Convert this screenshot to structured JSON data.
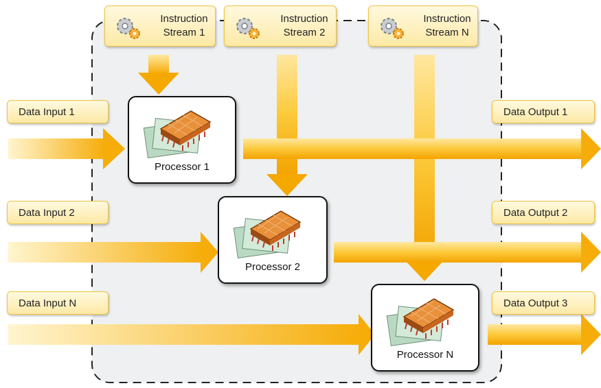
{
  "instruction_streams": [
    {
      "line1": "Instruction",
      "line2": "Stream 1",
      "icon": "gear-icon"
    },
    {
      "line1": "Instruction",
      "line2": "Stream 2",
      "icon": "gear-icon"
    },
    {
      "line1": "Instruction",
      "line2": "Stream N",
      "icon": "gear-icon"
    }
  ],
  "data_inputs": [
    "Data Input 1",
    "Data Input 2",
    "Data Input N"
  ],
  "data_outputs": [
    "Data Output 1",
    "Data Output 2",
    "Data Output 3"
  ],
  "processors": [
    "Processor 1",
    "Processor 2",
    "Processor N"
  ],
  "colors": {
    "arrow_light": "#fff3c4",
    "arrow_dark": "#f5a800",
    "label_border": "#f0c23c",
    "container_fill": "#eef0f1",
    "container_border": "#222222"
  }
}
